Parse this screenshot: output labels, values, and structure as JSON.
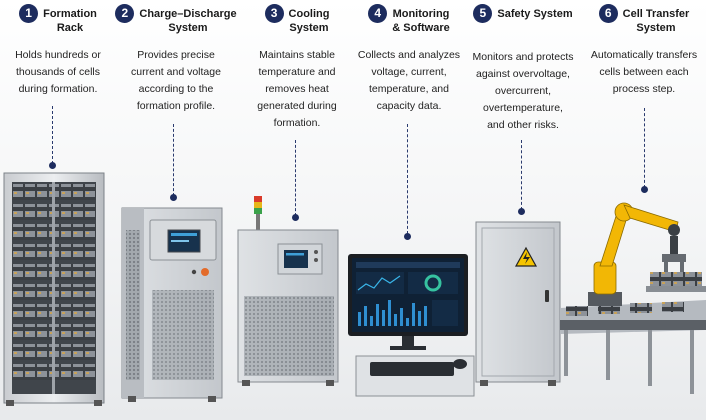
{
  "steps": [
    {
      "num": "1",
      "title_l1": "Formation",
      "title_l2": "Rack",
      "desc": [
        "Holds hundreds or",
        "thousands of cells",
        "during formation."
      ],
      "icon": "rack"
    },
    {
      "num": "2",
      "title_l1": "Charge–Discharge",
      "title_l2": "System",
      "desc": [
        "Provides precise",
        "current and voltage",
        "according to the",
        "formation profile."
      ],
      "icon": "cabinet"
    },
    {
      "num": "3",
      "title_l1": "Cooling",
      "title_l2": "System",
      "desc": [
        "Maintains stable",
        "temperature and",
        "removes heat",
        "generated during",
        "formation."
      ],
      "icon": "chiller"
    },
    {
      "num": "4",
      "title_l1": "Monitoring",
      "title_l2": "& Software",
      "desc": [
        "Collects and analyzes",
        "voltage, current,",
        "temperature, and",
        "capacity data."
      ],
      "icon": "monitor"
    },
    {
      "num": "5",
      "title_l1": "Safety System",
      "title_l2": "",
      "desc": [
        "Monitors and protects",
        "against overvoltage,",
        "overcurrent,",
        "overtemperature,",
        "and other risks."
      ],
      "icon": "safety-cabinet"
    },
    {
      "num": "6",
      "title_l1": "Cell Transfer",
      "title_l2": "System",
      "desc": [
        "Automatically transfers",
        "cells between each",
        "process step."
      ],
      "icon": "robot-arm"
    }
  ],
  "colors": {
    "badge": "#1d2c5e",
    "robot": "#f2b705",
    "warning": "#f5c400",
    "screen": "#0f2135"
  }
}
